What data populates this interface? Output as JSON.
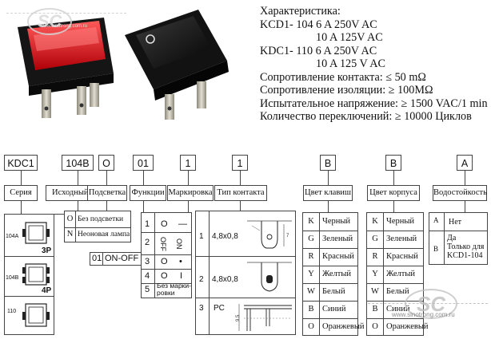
{
  "spec": {
    "lines": [
      "Характеристика:",
      "KCD1- 104 6 A 250V AC",
      "10 A 125V AC",
      "KDC1- 110 6 A 250V  AC",
      "10 A 125 V AC",
      "Сопротивление контакта: ≤ 50 mΩ",
      "Сопротивление изоляции: ≥ 100MΩ",
      "Испытательное напряжение: ≥ 1500 VAC/1 min",
      "Количество переключений: ≥ 10000 Циклов"
    ]
  },
  "watermark": {
    "logo": "SC",
    "url": "www.sinotrong.com.ru"
  },
  "codes": [
    "KDC1",
    "104B",
    "O",
    "01",
    "1",
    "1",
    "B",
    "B",
    "A"
  ],
  "labels": [
    "Серия",
    "Исходный тип",
    "Подсветка",
    "Функции",
    "Маркировка",
    "Тип контакта",
    "Цвет клавиш",
    "Цвет корпуса",
    "Водостойкость"
  ],
  "types": [
    "104A",
    "3P",
    "104B",
    "4P",
    "110"
  ],
  "backlight": [
    {
      "key": "O",
      "text": "Без подсветки"
    },
    {
      "key": "N",
      "text": "Неоновая лампа"
    }
  ],
  "functions": {
    "code": "01",
    "text": "ON-OFF"
  },
  "marking": {
    "rows": [
      {
        "num": "1",
        "a": "O",
        "b": "—"
      },
      {
        "num": "2",
        "a": "OFF",
        "b": "ON"
      },
      {
        "num": "3",
        "a": "O",
        "b": "•"
      },
      {
        "num": "4",
        "a": "O",
        "b": "I"
      },
      {
        "num": "5",
        "a": "Без марки-\nровки",
        "b": ""
      }
    ]
  },
  "contacts": [
    {
      "num": "1",
      "size": "4,8x0,8"
    },
    {
      "num": "2",
      "size": "4,8x0,8"
    },
    {
      "num": "3",
      "size": "PC"
    }
  ],
  "key_colors": [
    {
      "key": "K",
      "text": "Черный"
    },
    {
      "key": "G",
      "text": "Зеленый"
    },
    {
      "key": "R",
      "text": "Красный"
    },
    {
      "key": "Y",
      "text": "Желтый"
    },
    {
      "key": "W",
      "text": "Белый"
    },
    {
      "key": "B",
      "text": "Синий"
    },
    {
      "key": "O",
      "text": "Оранжевый"
    }
  ],
  "case_colors": [
    {
      "key": "K",
      "text": "Черный"
    },
    {
      "key": "G",
      "text": "Зеленый"
    },
    {
      "key": "R",
      "text": "Красный"
    },
    {
      "key": "Y",
      "text": "Желтый"
    },
    {
      "key": "W",
      "text": "Белый"
    },
    {
      "key": "B",
      "text": "Синий"
    },
    {
      "key": "O",
      "text": "Оранжевый"
    }
  ],
  "waterproof": [
    {
      "key": "A",
      "text": "Нет"
    },
    {
      "key": "B",
      "text": "Да\nТолько для\nKCD1-104"
    }
  ],
  "dims": {
    "d1": "7",
    "d2": "9.5"
  },
  "colors": {
    "red_key": "#e0141a",
    "switch_body": "#161616",
    "terminal": "#b9b4a4"
  }
}
